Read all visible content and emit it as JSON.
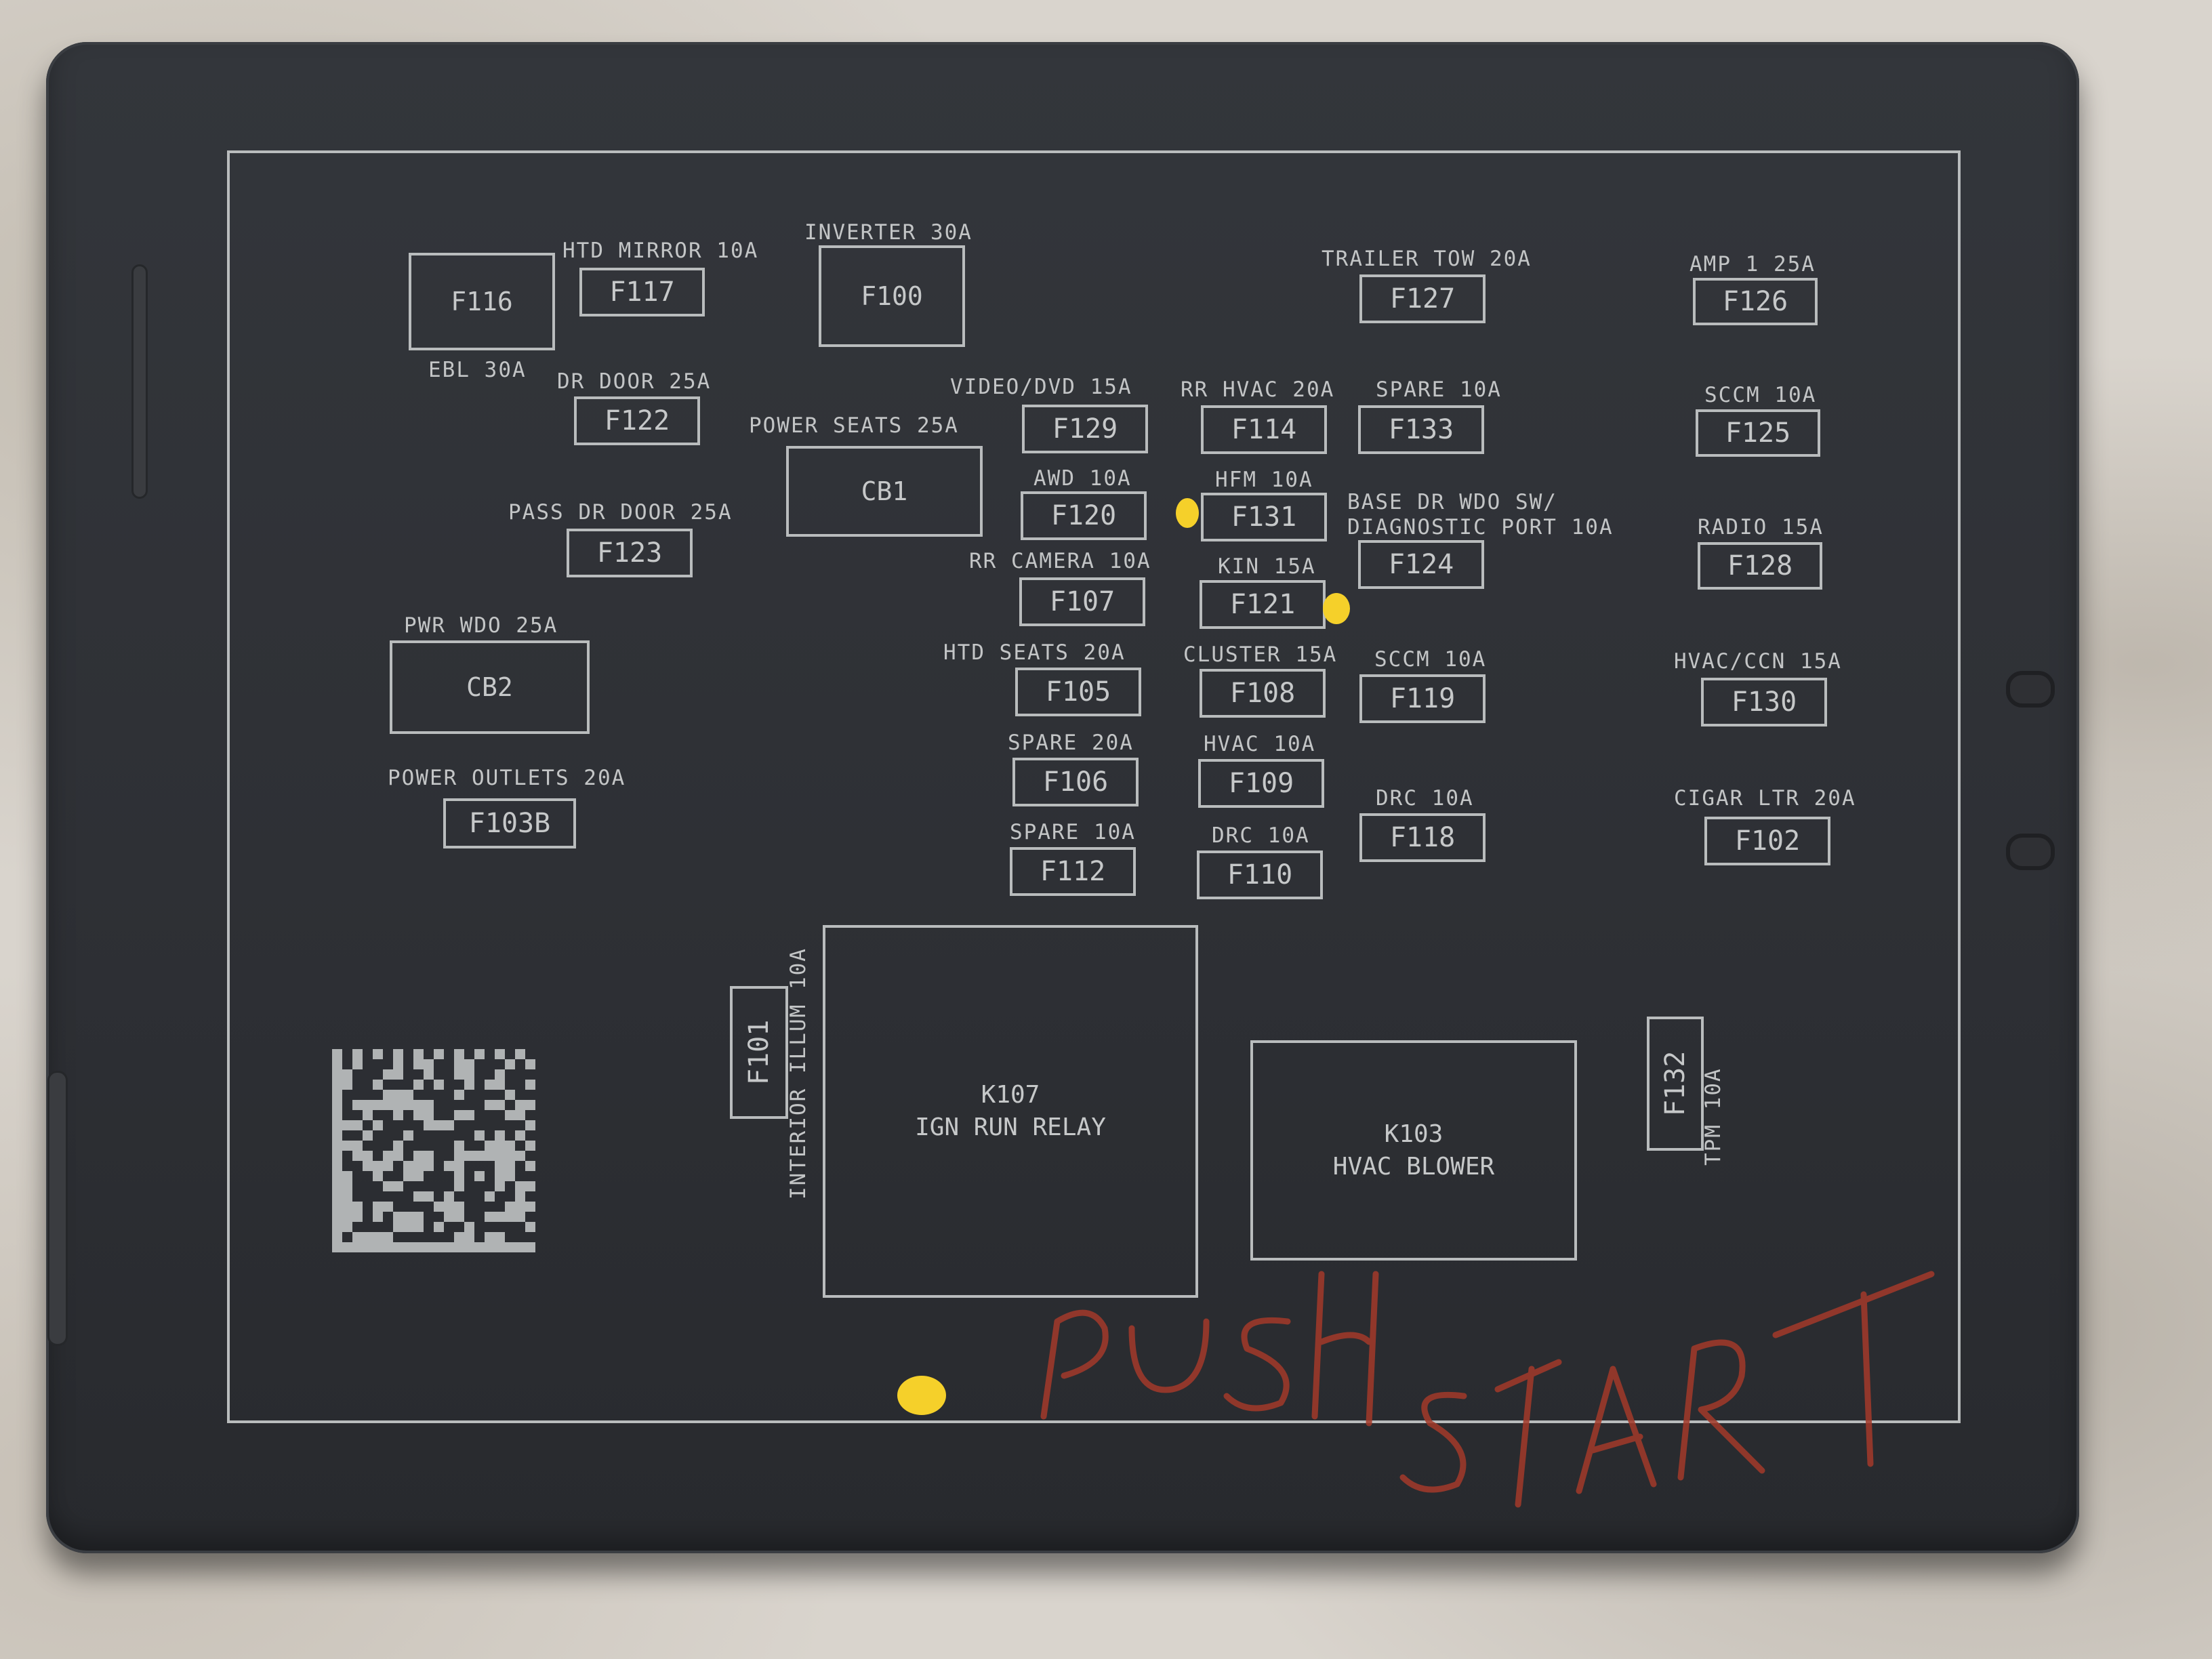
{
  "fuses": {
    "f116": "F116",
    "f117": "F117",
    "f100": "F100",
    "f127": "F127",
    "f126": "F126",
    "f122": "F122",
    "f129": "F129",
    "f114": "F114",
    "f133": "F133",
    "f125": "F125",
    "cb1": "CB1",
    "f120": "F120",
    "f131": "F131",
    "f124": "F124",
    "f123": "F123",
    "f128": "F128",
    "f107": "F107",
    "f121": "F121",
    "cb2": "CB2",
    "f105": "F105",
    "f108": "F108",
    "f119": "F119",
    "f130": "F130",
    "f106": "F106",
    "f109": "F109",
    "f118": "F118",
    "f102": "F102",
    "f103b": "F103B",
    "f112": "F112",
    "f110": "F110",
    "f101": "F101",
    "f132": "F132"
  },
  "labels": {
    "htd_mirror": "HTD MIRROR 10A",
    "inverter": "INVERTER 30A",
    "trailer_tow": "TRAILER TOW 20A",
    "amp1": "AMP 1 25A",
    "ebl": "EBL 30A",
    "dr_door": "DR DOOR 25A",
    "video_dvd": "VIDEO/DVD 15A",
    "rr_hvac": "RR HVAC 20A",
    "spare_10a_top": "SPARE 10A",
    "sccm_10a_right": "SCCM 10A",
    "power_seats": "POWER SEATS 25A",
    "awd": "AWD 10A",
    "hfm": "HFM 10A",
    "base_dr_wdo_1": "BASE DR WDO SW/",
    "base_dr_wdo_2": "DIAGNOSTIC PORT 10A",
    "pass_dr_door": "PASS DR DOOR 25A",
    "radio": "RADIO 15A",
    "rr_camera": "RR CAMERA 10A",
    "kin": "KIN 15A",
    "pwr_wdo": "PWR WDO 25A",
    "htd_seats": "HTD SEATS 20A",
    "cluster": "CLUSTER 15A",
    "sccm_10a_mid": "SCCM 10A",
    "hvac_ccn": "HVAC/CCN 15A",
    "spare_20a": "SPARE 20A",
    "hvac_10a": "HVAC 10A",
    "power_outlets": "POWER OUTLETS 20A",
    "drc_10a_right": "DRC 10A",
    "cigar_ltr": "CIGAR LTR 20A",
    "spare_10a_bottom": "SPARE 10A",
    "drc_10a_mid": "DRC 10A",
    "interior_illum": "INTERIOR ILLUM 10A",
    "tpm": "TPM 10A"
  },
  "relays": {
    "k107_id": "K107",
    "k107_name": "IGN RUN RELAY",
    "k103_id": "K103",
    "k103_name": "HVAC BLOWER"
  },
  "handwriting": "PUSH START",
  "colors": {
    "cover": "#2e3035",
    "print": "#b9bcbd",
    "marker_dot": "#f5d02a",
    "marker_red": "#a33a2a"
  }
}
